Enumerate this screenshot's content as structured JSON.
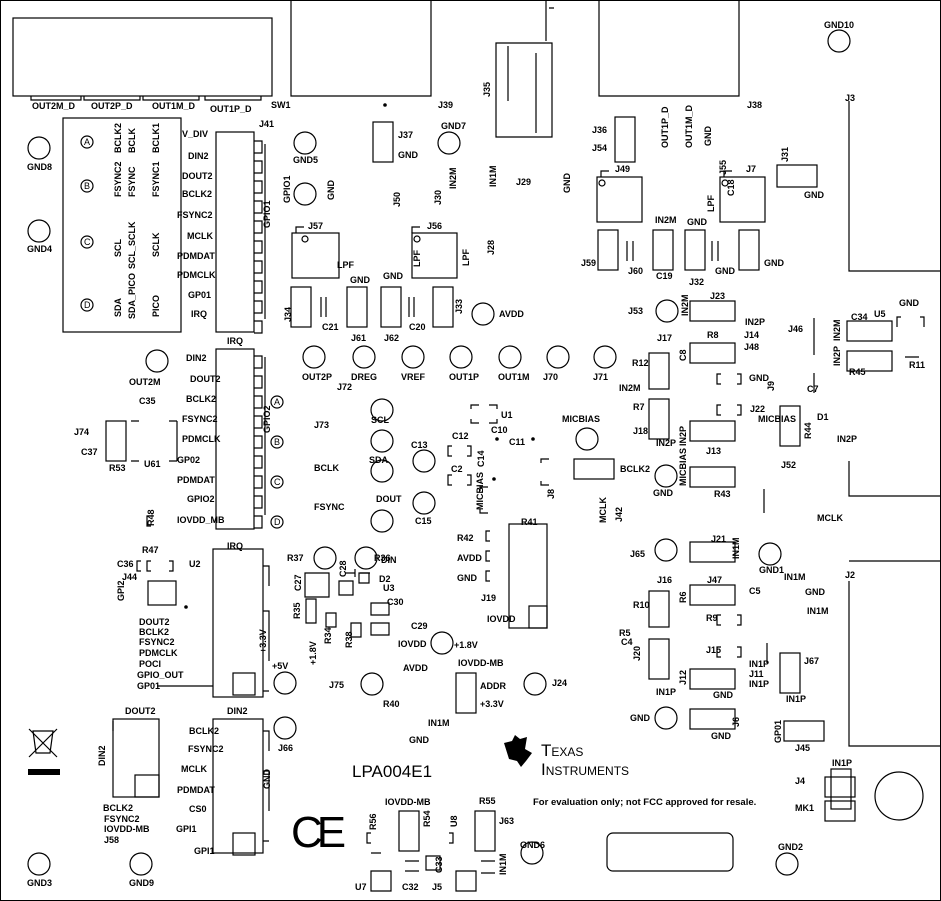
{
  "board": {
    "name": "LPA004E1",
    "disclaimer": "For evaluation only; not FCC approved for resale.",
    "logo_line1": "Texas",
    "logo_line2": "Instruments",
    "ce_mark": "CE"
  },
  "labels": [
    "OUT2M_D",
    "OUT2P_D",
    "OUT1M_D",
    "OUT1P_D",
    "SW1",
    "J39",
    "J38",
    "J35",
    "GND10",
    "J3",
    "J2",
    "GND8",
    "GND4",
    "GND3",
    "GND9",
    "GND5",
    "GND7",
    "GND6",
    "GND2",
    "GND1",
    "BCLK2",
    "BCLK",
    "BCLK1",
    "FSYNC2",
    "FSYNC",
    "FSYNC1",
    "SCL",
    "SCL_SCLK",
    "SCLK",
    "SDA",
    "SDA_PICO",
    "PICO",
    "J41",
    "V_DIV",
    "DIN2",
    "DOUT2",
    "BCLK2",
    "FSYNC2",
    "MCLK",
    "PDMDAT",
    "PDMCLK",
    "GP01",
    "IRQ",
    "GPIO1",
    "J37",
    "GND",
    "GPIO1",
    "GND",
    "J50",
    "J30",
    "IN2M",
    "IN1M",
    "J29",
    "GND",
    "J28",
    "J57",
    "J56",
    "LPF",
    "LPF",
    "LPF",
    "LPF",
    "GND",
    "GND",
    "J34",
    "J61",
    "J62",
    "J33",
    "C21",
    "C20",
    "AVDD",
    "J36",
    "OUT1P_D",
    "OUT1M_D",
    "GND",
    "J54",
    "J49",
    "J55",
    "J7",
    "GND",
    "J31",
    "C18",
    "J59",
    "J60",
    "C19",
    "J32",
    "GND",
    "GND",
    "IN2M",
    "GND",
    "J53",
    "J23",
    "IN2M",
    "J17",
    "R8",
    "C8",
    "R12",
    "GND",
    "IN2M",
    "IN2P",
    "J14",
    "J48",
    "J46",
    "J9",
    "IN2M",
    "IN2P",
    "C34",
    "R45",
    "U5",
    "GND",
    "R11",
    "C7",
    "R7",
    "J22",
    "J18",
    "IN2P",
    "IN2P",
    "J13",
    "MICBIAS",
    "R44",
    "D1",
    "IN2P",
    "J52",
    "GND",
    "MICBIAS",
    "R43",
    "J42",
    "MCLK",
    "IRQ",
    "DIN2",
    "DOUT2",
    "BCLK2",
    "FSYNC2",
    "PDMCLK",
    "GP02",
    "PDMDAT",
    "GPIO2",
    "IOVDD_MB",
    "GPIO2",
    "OUT2M",
    "OUT2P",
    "DREG",
    "VREF",
    "OUT1P",
    "OUT1M",
    "J70",
    "J71",
    "J72",
    "J73",
    "BCLK",
    "FSYNC",
    "SCL",
    "SDA",
    "DOUT",
    "DIN",
    "C13",
    "C15",
    "U1",
    "C10",
    "C11",
    "C12",
    "C14",
    "C2",
    "MICBIAS",
    "J8",
    "MICBIAS",
    "BCLK2",
    "MCLK",
    "J74",
    "C37",
    "R53",
    "C35",
    "U61",
    "R48",
    "R47",
    "C36",
    "U2",
    "J44",
    "GPI2",
    "IRQ",
    "DOUT2",
    "BCLK2",
    "FSYNC2",
    "PDMCLK",
    "POCI",
    "GPIO_OUT",
    "GP01",
    "+3.3V",
    "+5V",
    "R37",
    "R36",
    "C27",
    "C28",
    "D2",
    "U3",
    "R35",
    "C30",
    "C29",
    "R34",
    "R38",
    "IOVDD",
    "+1.8V",
    "+1.8V",
    "AVDD",
    "J75",
    "R40",
    "R41",
    "R42",
    "AVDD",
    "GND",
    "J19",
    "IOVDD",
    "IOVDD-MB",
    "ADDR",
    "+3.3V",
    "J24",
    "IN1M",
    "GND",
    "J65",
    "J21",
    "IN1M",
    "J16",
    "J47",
    "R6",
    "C5",
    "R10",
    "R9",
    "R5",
    "C4",
    "J20",
    "J15",
    "IN1P",
    "J12",
    "GND",
    "IN1M",
    "GND",
    "IN1M",
    "IN1P",
    "J11",
    "IN1P",
    "IN1P",
    "J67",
    "GND",
    "J6",
    "GND",
    "J45",
    "GP01",
    "DIN2",
    "BCLK2",
    "FSYNC2",
    "MCLK",
    "PDMDAT",
    "CS0",
    "GPI1",
    "GPI1",
    "J66",
    "GND",
    "DOUT2",
    "DIN2",
    "BCLK2",
    "FSYNC2",
    "IOVDD-MB",
    "J58",
    "IOVDD-MB",
    "R55",
    "J63",
    "R56",
    "R54",
    "U8",
    "C33",
    "U7",
    "C32",
    "J5",
    "IN1M",
    "IN1P",
    "J4",
    "MK1"
  ],
  "bubbles": [
    "A",
    "B",
    "C",
    "D",
    "A",
    "B",
    "C",
    "D"
  ]
}
